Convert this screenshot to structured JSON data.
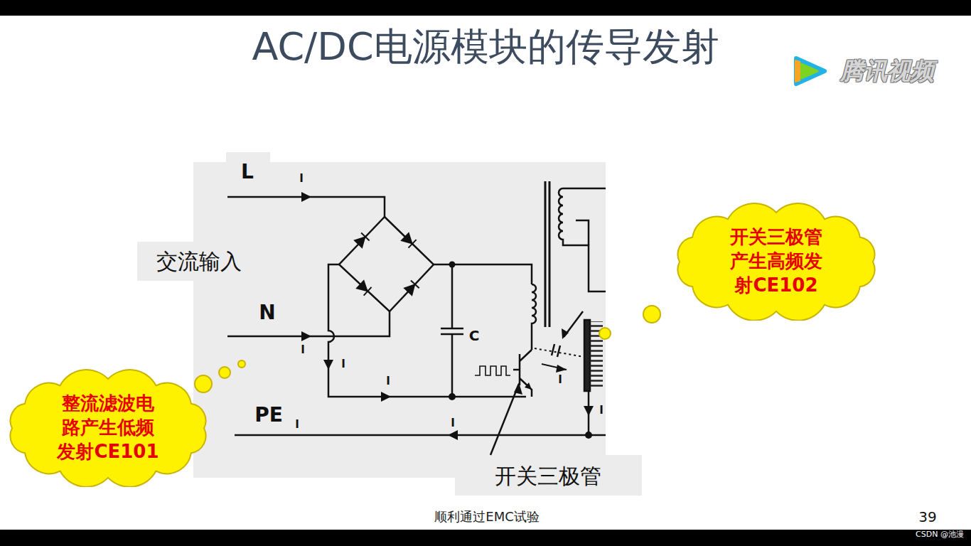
{
  "diagram": {
    "title": "AC/DC电源模块的传导发射",
    "caption": "顺利通过EMC试验",
    "nodes": [
      {
        "text": [
          "开关三极管 产生高频发 射CE102"
        ]
      },
      {
        "text": [
          "整流滤波电 路产生低频 发射CE101"
        ]
      }
    ],
    "labels": [
      "L",
      "N",
      "PE",
      "交流输入",
      "C",
      "开关三极管",
      "I",
      "I",
      "I",
      "I",
      "I",
      "I",
      "I",
      "I",
      "39",
      "腾讯视频",
      "CSDN @池漫"
    ]
  }
}
